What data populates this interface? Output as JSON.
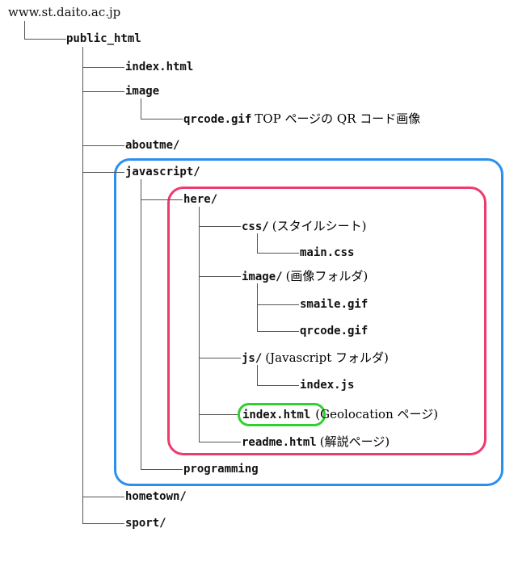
{
  "root": "www.st.daito.ac.jp",
  "tree": {
    "public_html": "public_html",
    "index_html": "index.html",
    "image": "image",
    "qrcode_top": {
      "name": "qrcode.gif",
      "note": "TOP ページの QR コード画像"
    },
    "aboutme": "aboutme/",
    "javascript": "javascript/",
    "here": "here/",
    "css": {
      "name": "css/",
      "note": "(スタイルシート)"
    },
    "main_css": "main.css",
    "here_image": {
      "name": "image/",
      "note": "(画像フォルダ)"
    },
    "smaile_gif": "smaile.gif",
    "qrcode_gif": "qrcode.gif",
    "js": {
      "name": "js/",
      "note": "(Javascript フォルダ)"
    },
    "index_js": "index.js",
    "here_index_html": {
      "name": "index.html",
      "note": "(Geolocation ページ)"
    },
    "readme_html": {
      "name": "readme.html",
      "note": "(解説ページ)"
    },
    "programming": "programming",
    "hometown": "hometown/",
    "sport": "sport/"
  },
  "highlights": {
    "javascript_box_color": "#2b8ff0",
    "here_box_color": "#ef3a6e",
    "index_html_oval_color": "#2fd12f"
  }
}
